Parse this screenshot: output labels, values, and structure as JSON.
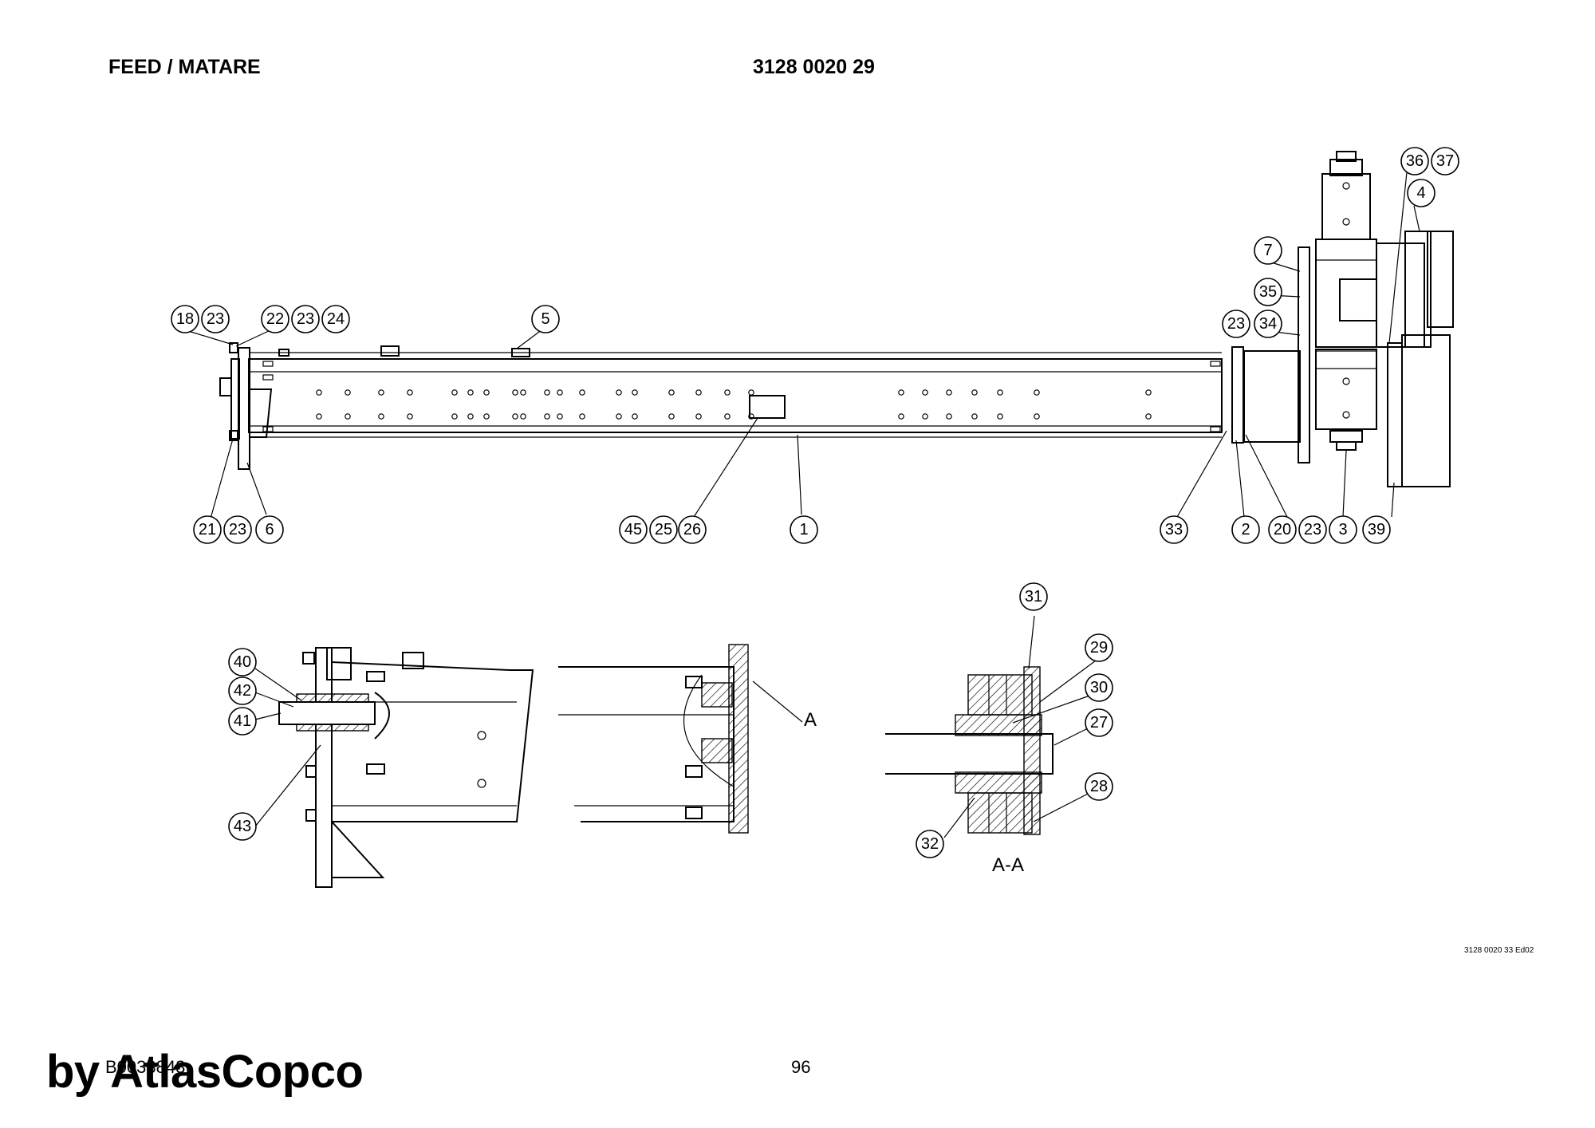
{
  "header": {
    "title_left": "FEED / MATARE",
    "title_right": "3128 0020 29"
  },
  "diagram": {
    "section_label": "A-A",
    "view_marker": "A",
    "callouts_main": [
      "18",
      "23",
      "22",
      "23",
      "24",
      "5",
      "7",
      "35",
      "23",
      "34",
      "36",
      "37",
      "4",
      "21",
      "23",
      "6",
      "45",
      "25",
      "26",
      "1",
      "33",
      "2",
      "20",
      "23",
      "3",
      "39"
    ],
    "callouts_detail_left": [
      "40",
      "42",
      "41",
      "43"
    ],
    "callouts_section": [
      "31",
      "29",
      "30",
      "27",
      "28",
      "32"
    ]
  },
  "footer": {
    "doc_ref": "3128 0020 33 Ed02",
    "page_number": "96",
    "code_ref": "B0033843",
    "brand": "by AtlasCopco"
  }
}
